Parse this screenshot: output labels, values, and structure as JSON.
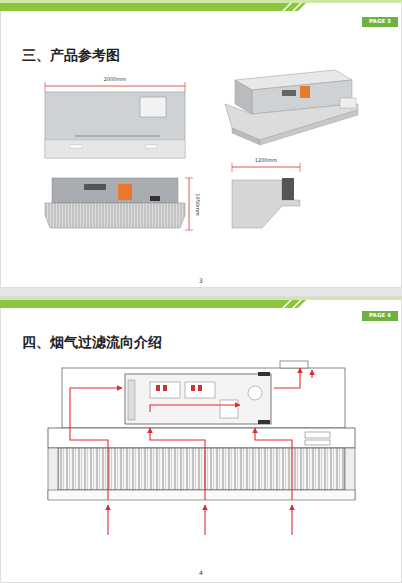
{
  "diagram": {
    "labels": [
      "PAGE 3",
      "三、产品参考图",
      "2000mm",
      "1050mm",
      "1200mm",
      "3",
      "PAGE 4",
      "四、烟气过滤流向介绍",
      "4"
    ]
  }
}
